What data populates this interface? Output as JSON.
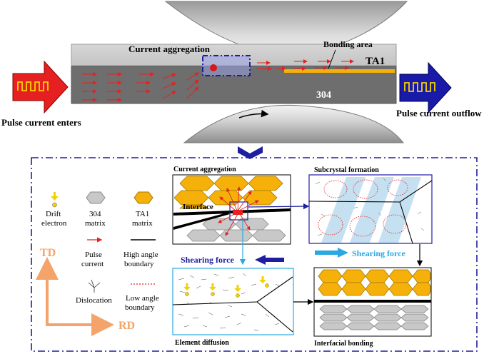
{
  "top": {
    "current_aggregation": "Current aggregation",
    "bonding_area": "Bonding area",
    "ta1": "TA1",
    "steel304": "304",
    "pulse_in": "Pulse current enters",
    "pulse_out": "Pulse current outflow"
  },
  "panels": {
    "current_aggregation": "Current aggregation",
    "interface": "Interface",
    "subcrystal_formation": "Subcrystal formation",
    "shearing_force_left": "Shearing force",
    "shearing_force_right": "Shearing force",
    "element_diffusion": "Element diffusion",
    "interfacial_bonding": "Interfacial bonding"
  },
  "legend": {
    "drift_electron": [
      "Drift",
      "electron"
    ],
    "matrix304": [
      "304",
      "matrix"
    ],
    "ta1_matrix": [
      "TA1",
      "matrix"
    ],
    "pulse_current": [
      "Pulse",
      "current"
    ],
    "high_angle": [
      "High angle",
      "boundary"
    ],
    "dislocation": "Dislocation",
    "low_angle": [
      "Low angle",
      "boundary"
    ]
  },
  "axes": {
    "td": "TD",
    "rd": "RD"
  },
  "colors": {
    "ta1_gold": "#f5b00a",
    "steel_gray": "#6e6e6e",
    "frame_blue": "#1e1ea0",
    "pulse_red": "#e62020",
    "shear_blue": "#2aa9e0",
    "axis_orange": "#f4a36a",
    "electron_yellow": "#f2d200"
  }
}
